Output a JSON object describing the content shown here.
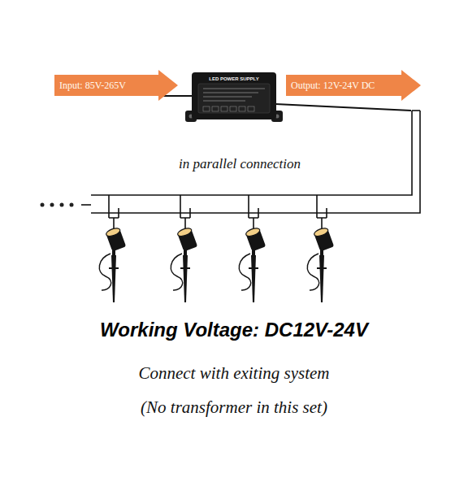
{
  "diagram": {
    "nodes": [
      {
        "text": [
          "Input: 85V-265V"
        ]
      },
      {
        "text": [
          "LED POWER SUPPLY"
        ]
      },
      {
        "text": [
          "Output: 12V-24V DC"
        ]
      }
    ],
    "labels": [
      "in parallel connection",
      "Working Voltage: DC12V-24V",
      "Connect with exiting system",
      "(No transformer in this set)"
    ]
  }
}
